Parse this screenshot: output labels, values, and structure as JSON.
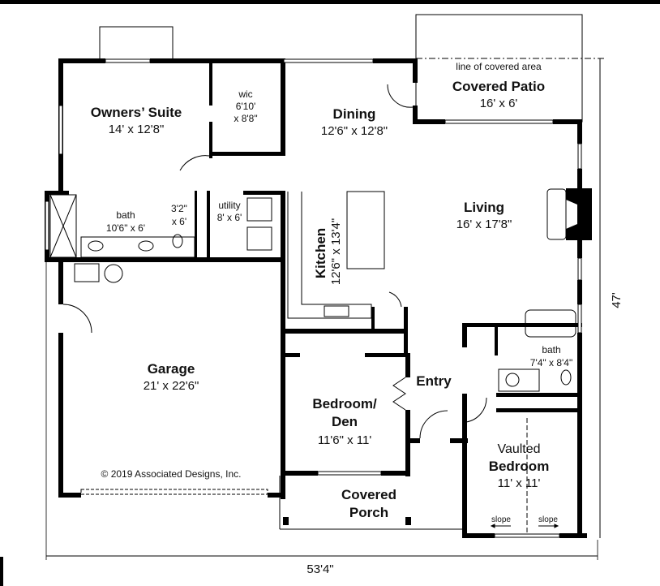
{
  "plan": {
    "rooms": {
      "owners_suite": {
        "name": "Owners’ Suite",
        "size": "14' x 12'8\""
      },
      "wic": {
        "name": "wic",
        "size_line1": "6'10'",
        "size_line2": "x 8'8\""
      },
      "dining": {
        "name": "Dining",
        "size": "12'6\" x 12'8\""
      },
      "covered_patio": {
        "name": "Covered Patio",
        "size": "16' x 6'",
        "note": "line of covered area"
      },
      "living": {
        "name": "Living",
        "size": "16' x 17'8\""
      },
      "master_bath": {
        "name": "bath",
        "size": "10'6\" x 6'"
      },
      "wc": {
        "size_line1": "3'2\"",
        "size_line2": "x 6'"
      },
      "utility": {
        "name": "utility",
        "size": "8' x 6'"
      },
      "kitchen": {
        "name": "Kitchen",
        "size": "12'6\" x 13'4\""
      },
      "garage": {
        "name": "Garage",
        "size": "21' x 22'6\""
      },
      "bedroom_den": {
        "name_line1": "Bedroom/",
        "name_line2": "Den",
        "size": "11'6\" x 11'"
      },
      "entry": {
        "name": "Entry"
      },
      "hall_bath": {
        "name": "bath",
        "size": "7'4\" x 8'4\""
      },
      "vaulted_bedroom": {
        "name_line1": "Vaulted",
        "name_line2": "Bedroom",
        "size": "11' x 11'",
        "slope_left": "slope",
        "slope_right": "slope"
      },
      "covered_porch": {
        "name_line1": "Covered",
        "name_line2": "Porch"
      }
    },
    "copyright": "© 2019 Associated Designs, Inc.",
    "dimensions": {
      "depth": "47'",
      "width": "53'4\""
    }
  }
}
